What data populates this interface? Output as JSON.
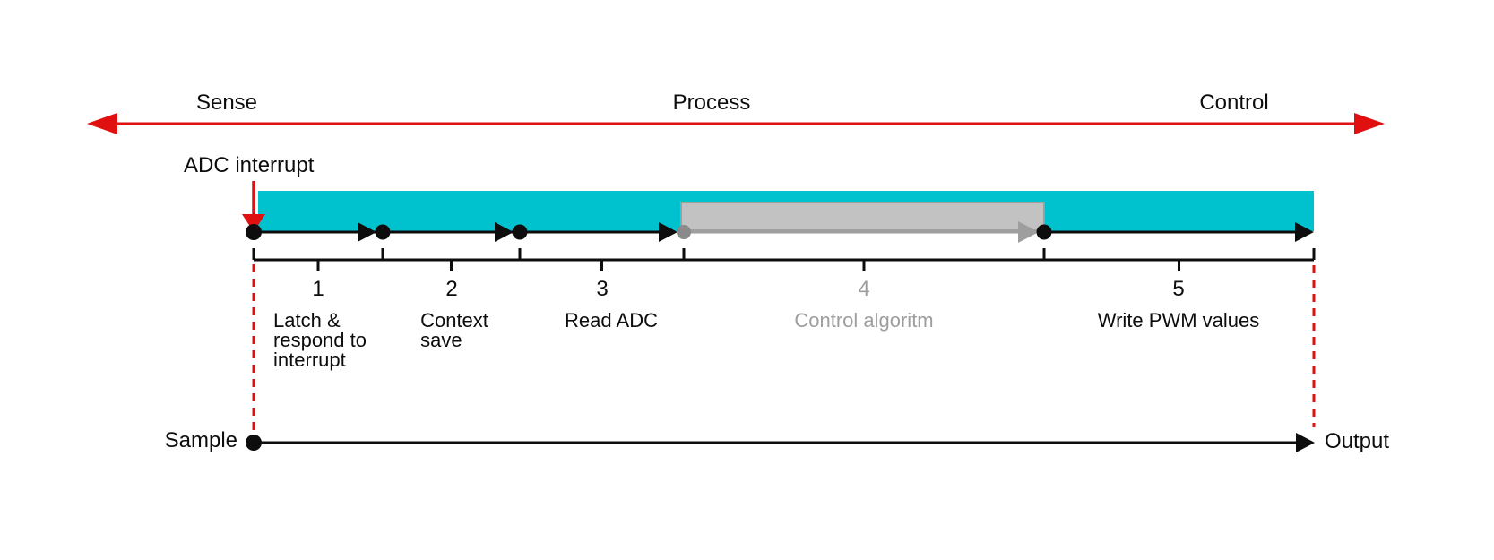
{
  "top_axis": {
    "phases": [
      {
        "label": "Sense"
      },
      {
        "label": "Process"
      },
      {
        "label": "Control"
      }
    ]
  },
  "annotations": {
    "interrupt_label": "ADC interrupt",
    "sample_label": "Sample",
    "output_label": "Output"
  },
  "segments": [
    {
      "number": "1",
      "label": "Latch &\nrespond to\ninterrupt"
    },
    {
      "number": "2",
      "label": "Context\nsave"
    },
    {
      "number": "3",
      "label": "Read ADC"
    },
    {
      "number": "4",
      "label": "Control algoritm"
    },
    {
      "number": "5",
      "label": "Write PWM values"
    }
  ],
  "colors": {
    "accent_red": "#e01010",
    "bar_cyan": "#00c2ce",
    "bar_gray": "#c2c2c2",
    "muted_gray": "#9e9e9e",
    "dot_gray": "#8a8a8a",
    "ink": "#0d0d0d"
  }
}
